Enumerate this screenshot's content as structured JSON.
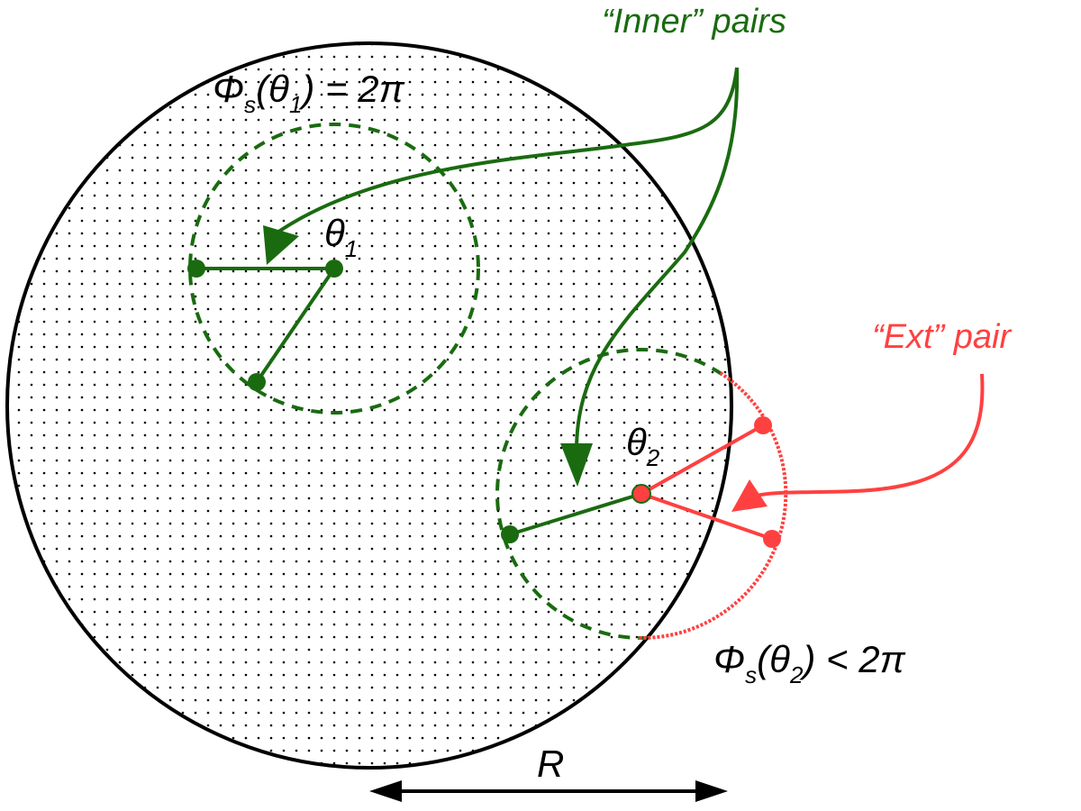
{
  "labels": {
    "inner_pairs": "“Inner” pairs",
    "ext_pair": "“Ext” pair",
    "phi_theta1": {
      "symbol": "Φ",
      "sub_s": "s",
      "open": "(θ",
      "sub_idx": "1",
      "close": ") = 2π"
    },
    "phi_theta2": {
      "symbol": "Φ",
      "sub_s": "s",
      "open": "(θ",
      "sub_idx": "2",
      "close": ") < 2π"
    },
    "theta1": {
      "symbol": "θ",
      "sub": "1"
    },
    "theta2": {
      "symbol": "θ",
      "sub": "2"
    },
    "radius": "R"
  },
  "colors": {
    "green": "#1a6b10",
    "red": "#ff4040",
    "black": "#000000"
  }
}
